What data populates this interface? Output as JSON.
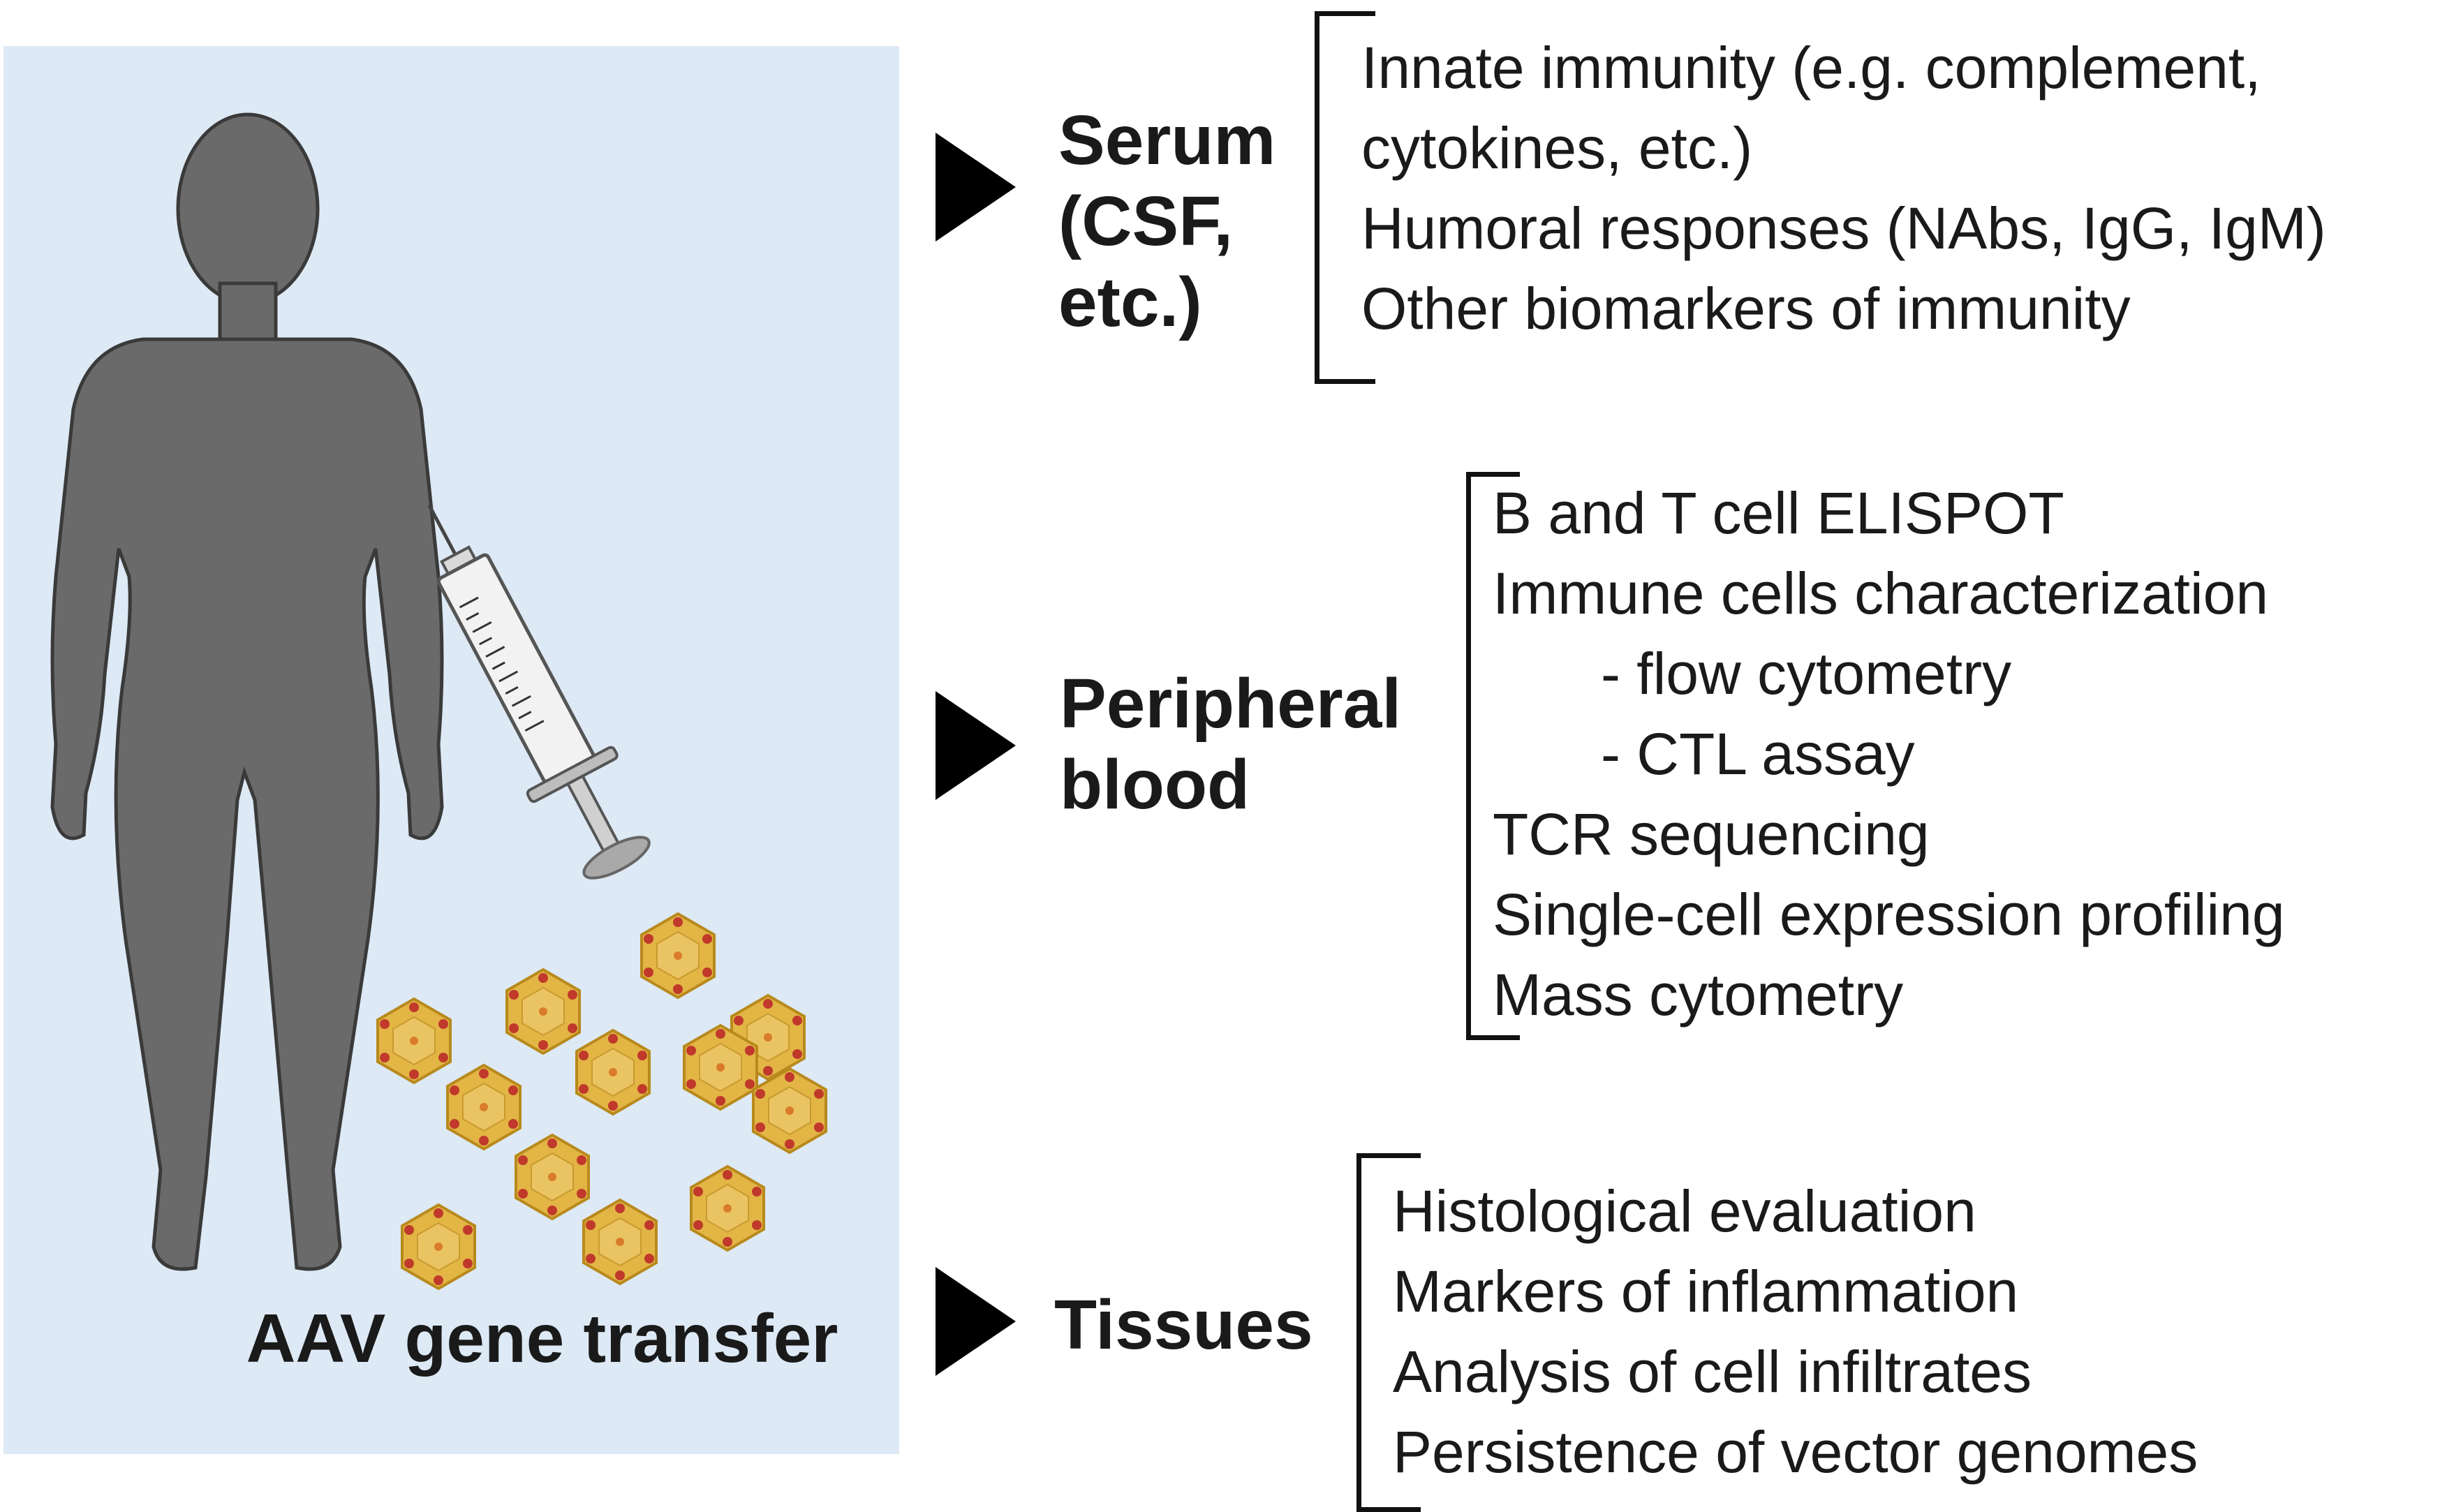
{
  "caption": "AAV gene transfer",
  "sections": [
    {
      "title_lines": [
        "Serum",
        "(CSF,",
        "etc.)"
      ],
      "items": [
        "Innate immunity (e.g. complement,",
        "cytokines, etc.)",
        "Humoral responses (NAbs, IgG, IgM)",
        "Other biomarkers of immunity"
      ]
    },
    {
      "title_lines": [
        "Peripheral",
        "blood"
      ],
      "items": [
        "B and T cell ELISPOT",
        "Immune cells characterization",
        "- flow cytometry",
        "- CTL assay",
        "TCR sequencing",
        "Single-cell expression profiling",
        "Mass cytometry"
      ]
    },
    {
      "title_lines": [
        "Tissues"
      ],
      "items": [
        "Histological evaluation",
        "Markers of inflammation",
        "Analysis of cell infiltrates",
        "Persistence of vector genomes"
      ]
    }
  ],
  "colors": {
    "panel_background": "#dde9f5",
    "silhouette": "#6a6a6a",
    "capsid": "#e2b545",
    "capsid_dots": "#c0392b",
    "arrows": "#000000"
  },
  "icons": [
    "human-silhouette-icon",
    "syringe-icon",
    "aav-capsid-icon"
  ]
}
